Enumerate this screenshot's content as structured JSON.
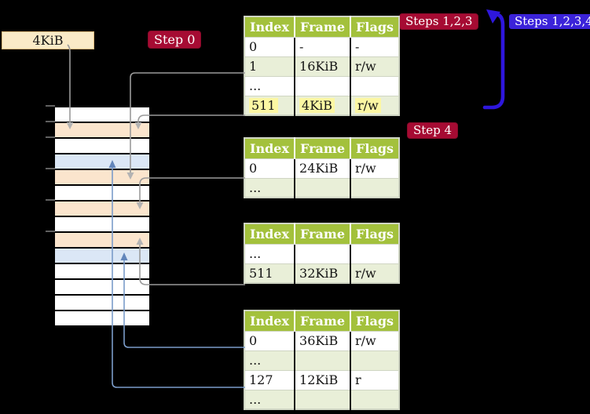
{
  "frame_label": {
    "text": "4KiB"
  },
  "badges": [
    {
      "label": "Step 0",
      "color": "#a60b33"
    },
    {
      "label": "Steps 1,2,3",
      "color": "#a60b33"
    },
    {
      "label": "Steps 1,2,3,4",
      "color": "#3b23d9"
    },
    {
      "label": "Step 4",
      "color": "#a60b33"
    }
  ],
  "tables": [
    {
      "level": "level-4",
      "headers": [
        "Index",
        "Frame",
        "Flags"
      ],
      "rows": [
        {
          "cells": [
            "0",
            "-",
            "-"
          ],
          "shaded": false,
          "highlight": false
        },
        {
          "cells": [
            "1",
            "16KiB",
            "r/w"
          ],
          "shaded": true,
          "highlight": false
        },
        {
          "cells": [
            "...",
            "",
            ""
          ],
          "shaded": false,
          "highlight": false
        },
        {
          "cells": [
            "511",
            "4KiB",
            "r/w"
          ],
          "shaded": true,
          "highlight": true
        }
      ]
    },
    {
      "level": "level-3",
      "headers": [
        "Index",
        "Frame",
        "Flags"
      ],
      "rows": [
        {
          "cells": [
            "0",
            "24KiB",
            "r/w"
          ],
          "shaded": false,
          "highlight": false
        },
        {
          "cells": [
            "...",
            "",
            ""
          ],
          "shaded": true,
          "highlight": false
        }
      ]
    },
    {
      "level": "level-2",
      "headers": [
        "Index",
        "Frame",
        "Flags"
      ],
      "rows": [
        {
          "cells": [
            "...",
            "",
            ""
          ],
          "shaded": false,
          "highlight": false
        },
        {
          "cells": [
            "511",
            "32KiB",
            "r/w"
          ],
          "shaded": true,
          "highlight": false
        }
      ]
    },
    {
      "level": "level-1",
      "headers": [
        "Index",
        "Frame",
        "Flags"
      ],
      "rows": [
        {
          "cells": [
            "0",
            "36KiB",
            "r/w"
          ],
          "shaded": false,
          "highlight": false
        },
        {
          "cells": [
            "...",
            "",
            ""
          ],
          "shaded": true,
          "highlight": false
        },
        {
          "cells": [
            "127",
            "12KiB",
            "r"
          ],
          "shaded": false,
          "highlight": false
        },
        {
          "cells": [
            "...",
            "",
            ""
          ],
          "shaded": true,
          "highlight": false
        }
      ]
    }
  ],
  "memory_column": {
    "row_colors": [
      "white",
      "peach",
      "white",
      "blue",
      "peach",
      "white",
      "peach",
      "white",
      "peach",
      "blue",
      "white",
      "white",
      "white",
      "white"
    ],
    "ticks_y": [
      135,
      155,
      175,
      215,
      255,
      295
    ]
  },
  "colors": {
    "background": "#000000",
    "label_bg": "#faeac7",
    "badge_crimson": "#a60b33",
    "badge_indigo": "#3b23d9",
    "table_header_bg": "#a3c13c",
    "table_row_alt_bg": "#e9efd8",
    "highlight_bg": "#fcf7a3",
    "frame_page_table_bg": "#fbe5cd",
    "frame_mapped_page_bg": "#dbe7f6",
    "connector_gray": "#9a9a9a",
    "connector_blue": "#7b9cc9",
    "loop_arrow_blue": "#2e17dd"
  }
}
